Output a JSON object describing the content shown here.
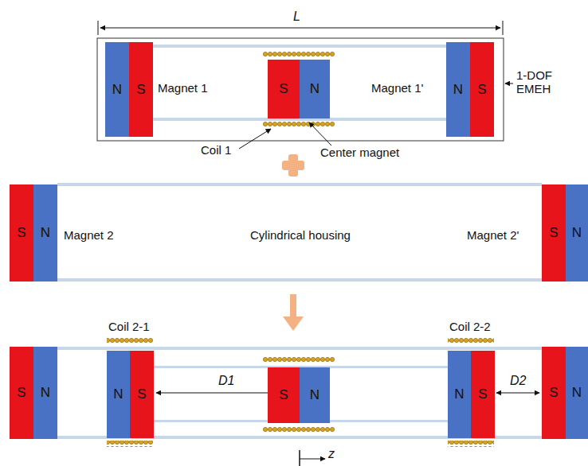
{
  "diagram": {
    "nodes": [
      {
        "text": [
          "N"
        ]
      },
      {
        "text": [
          "S"
        ]
      },
      {
        "text": [
          "S"
        ]
      },
      {
        "text": [
          "N"
        ]
      },
      {
        "text": [
          "N"
        ]
      },
      {
        "text": [
          "S"
        ]
      },
      {
        "text": [
          "S"
        ]
      },
      {
        "text": [
          "N"
        ]
      },
      {
        "text": [
          "S"
        ]
      },
      {
        "text": [
          "N"
        ]
      },
      {
        "text": [
          "S"
        ]
      },
      {
        "text": [
          "N"
        ]
      },
      {
        "text": [
          "N"
        ]
      },
      {
        "text": [
          "S"
        ]
      },
      {
        "text": [
          "S"
        ]
      },
      {
        "text": [
          "N"
        ]
      },
      {
        "text": [
          "N"
        ]
      },
      {
        "text": [
          "S"
        ]
      },
      {
        "text": [
          "S"
        ]
      },
      {
        "text": [
          "N"
        ]
      }
    ],
    "labels": [
      "L",
      "Magnet 1",
      "Magnet 1'",
      "1-DOF EMEH",
      "Coil 1",
      "Center magnet",
      "Magnet 2",
      "Cylindrical housing",
      "Magnet 2'",
      "Coil 2-1",
      "Coil 2-2",
      "D1",
      "D2",
      "z"
    ]
  }
}
